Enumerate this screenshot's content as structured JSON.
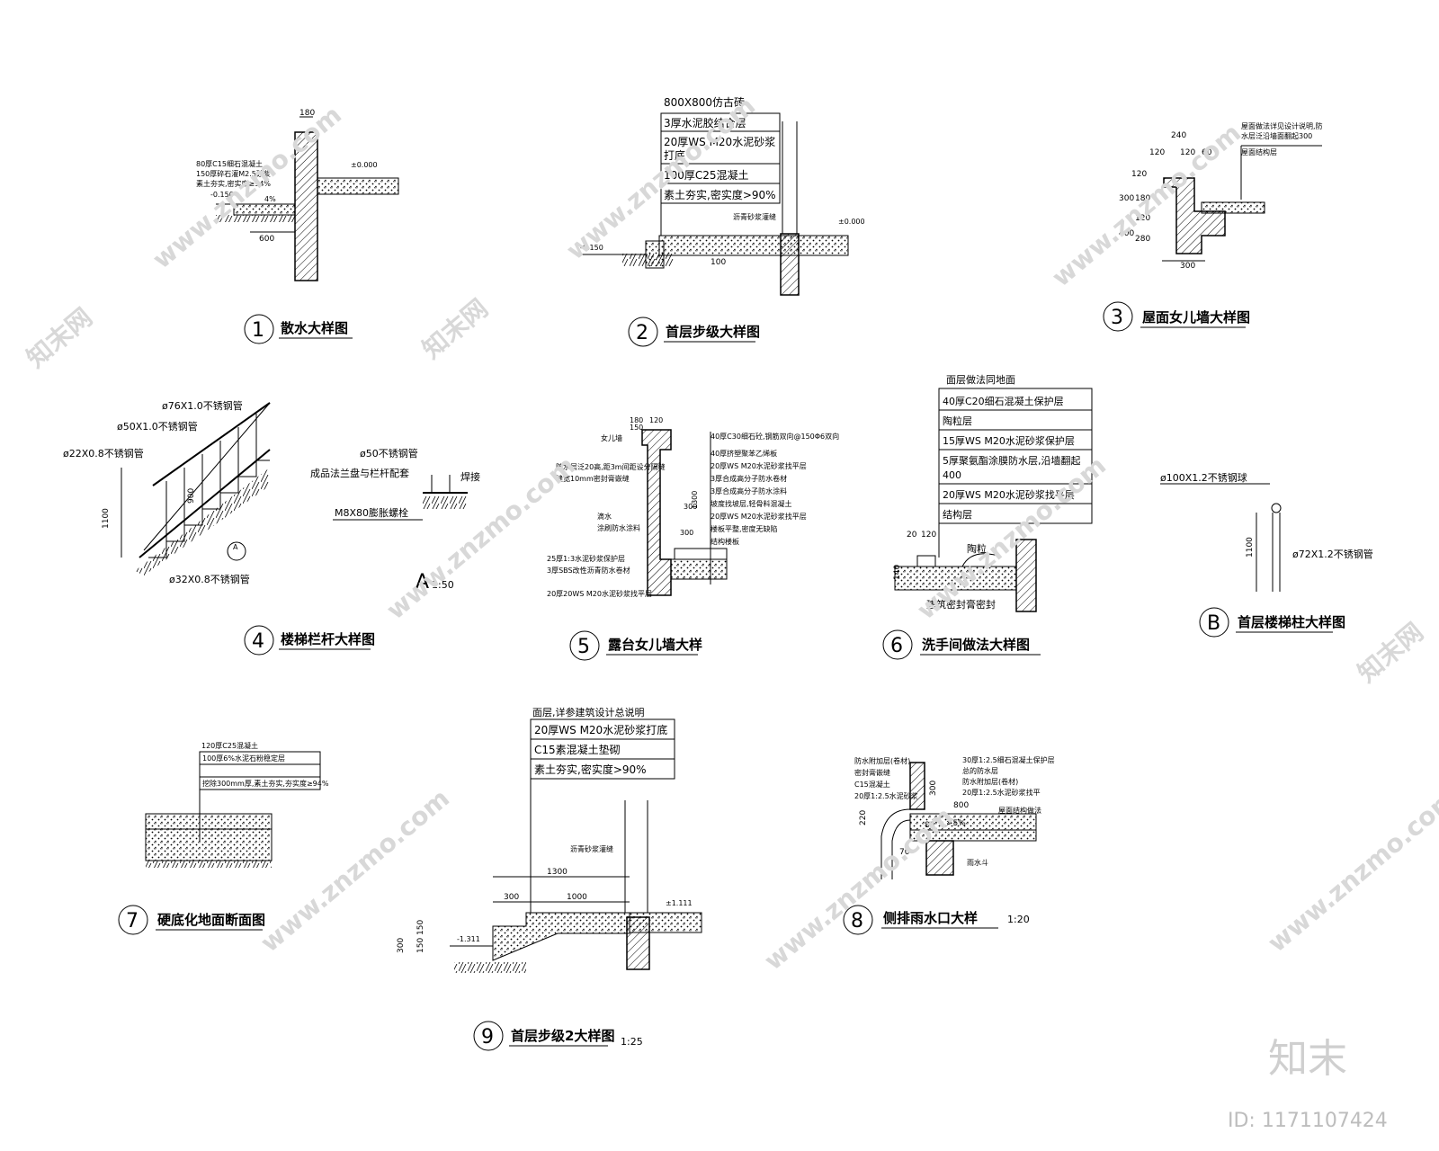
{
  "details": [
    {
      "num": "1",
      "title": "散水大样图",
      "notes": [
        "80厚C15细石混凝土",
        "150厚碎石灌M2.5砂浆",
        "素土夯实,密实度≥94%",
        "-0.150",
        "±0.000",
        "4%",
        "180",
        "600"
      ]
    },
    {
      "num": "2",
      "title": "首层步级大样图",
      "notes": [
        "800X800仿古砖",
        "3厚水泥胶结合层",
        "20厚WS M20水泥砂浆",
        "打底",
        "100厚C25混凝土",
        "素土夯实,密实度>90%",
        "沥青砂浆灌缝",
        "-0.150",
        "±0.000",
        "100"
      ]
    },
    {
      "num": "3",
      "title": "屋面女儿墙大样图",
      "notes": [
        "屋面做法详见设计说明,防",
        "水层泛沿墙面翻起300",
        "屋面结构层",
        "240",
        "120",
        "120",
        "60",
        "120",
        "300",
        "180",
        "120",
        "400",
        "280",
        "300"
      ]
    },
    {
      "num": "4",
      "title": "楼梯栏杆大样图",
      "notes": [
        "ø76X1.0不锈钢管",
        "ø50X1.0不锈钢管",
        "ø22X0.8不锈钢管",
        "ø32X0.8不锈钢管",
        "1100",
        "900",
        "A"
      ]
    },
    {
      "num": "A",
      "scale": "1:50",
      "notes": [
        "ø50不锈钢管",
        "成品法兰盘与栏杆配套",
        "焊接",
        "M8X80膨胀螺栓"
      ]
    },
    {
      "num": "5",
      "title": "露台女儿墙大样",
      "notes": [
        "女儿墙",
        "防水层泛20高,距3m间距设分隔缝",
        "缝宽10mm密封膏嵌缝",
        "40厚C30细石砼,钢筋双向@150Φ6双向",
        "40厚挤塑聚苯乙烯板",
        "20厚WS M20水泥砂浆找平层",
        "3厚合成高分子防水卷材",
        "3厚合成高分子防水涂料",
        "坡度找坡层,轻骨料混凝土",
        "20厚WS M20水泥砂浆找平层",
        "楼板平整,密度无缺陷",
        "结构楼板",
        "25厚1:3水泥砂浆保护层",
        "3厚SBS改性沥青防水卷材",
        "20厚20WS M20水泥砂浆找平层",
        "滴水",
        "涂刷防水涂料",
        "150",
        "300",
        "1300",
        "180",
        "120",
        "300"
      ]
    },
    {
      "num": "6",
      "title": "洗手间做法大样图",
      "notes": [
        "面层做法同地面",
        "40厚C20细石混凝土保护层",
        "陶粒层",
        "15厚WS M20水泥砂浆保护层",
        "5厚聚氨酯涂膜防水层,沿墙翻起",
        "400",
        "20厚WS M20水泥砂浆找平层",
        "结构层",
        "陶粒",
        "建筑密封膏密封",
        "20",
        "120",
        "140"
      ]
    },
    {
      "num": "B",
      "title": "首层楼梯柱大样图",
      "notes": [
        "ø100X1.2不锈钢球",
        "ø72X1.2不锈钢管",
        "1100"
      ]
    },
    {
      "num": "7",
      "title": "硬底化地面断面图",
      "notes": [
        "120厚C25混凝土",
        "100厚6%水泥石粉稳定层",
        "挖除300mm厚,素土夯实,夯实度≥94%"
      ]
    },
    {
      "num": "8",
      "title": "侧排雨水口大样",
      "scale": "1:20",
      "notes": [
        "防水附加层(卷材)",
        "密封膏嵌缝",
        "C15混凝土",
        "20厚1:2.5水泥砂浆",
        "30厚1:2.5细石混凝土保护层",
        "总的防水层",
        "防水附加层(卷材)",
        "20厚1:2.5水泥砂浆找平",
        "屋面结构做法",
        "雨水斗",
        "300",
        "800",
        "220",
        ">5%",
        "80",
        "70"
      ]
    },
    {
      "num": "9",
      "title": "首层步级2大样图",
      "scale": "1:25",
      "notes": [
        "面层,详参建筑设计总说明",
        "20厚WS M20水泥砂浆打底",
        "C15素混凝土垫砌",
        "素土夯实,密实度>90%",
        "沥青砂浆灌缝",
        "1300",
        "300",
        "1000",
        "300",
        "150",
        "150",
        "-1.311",
        "±1.111"
      ]
    }
  ],
  "watermark": {
    "brand": "知末",
    "site": "www.znzmo.com",
    "logo": "知末网",
    "id": "ID: 1171107424"
  }
}
